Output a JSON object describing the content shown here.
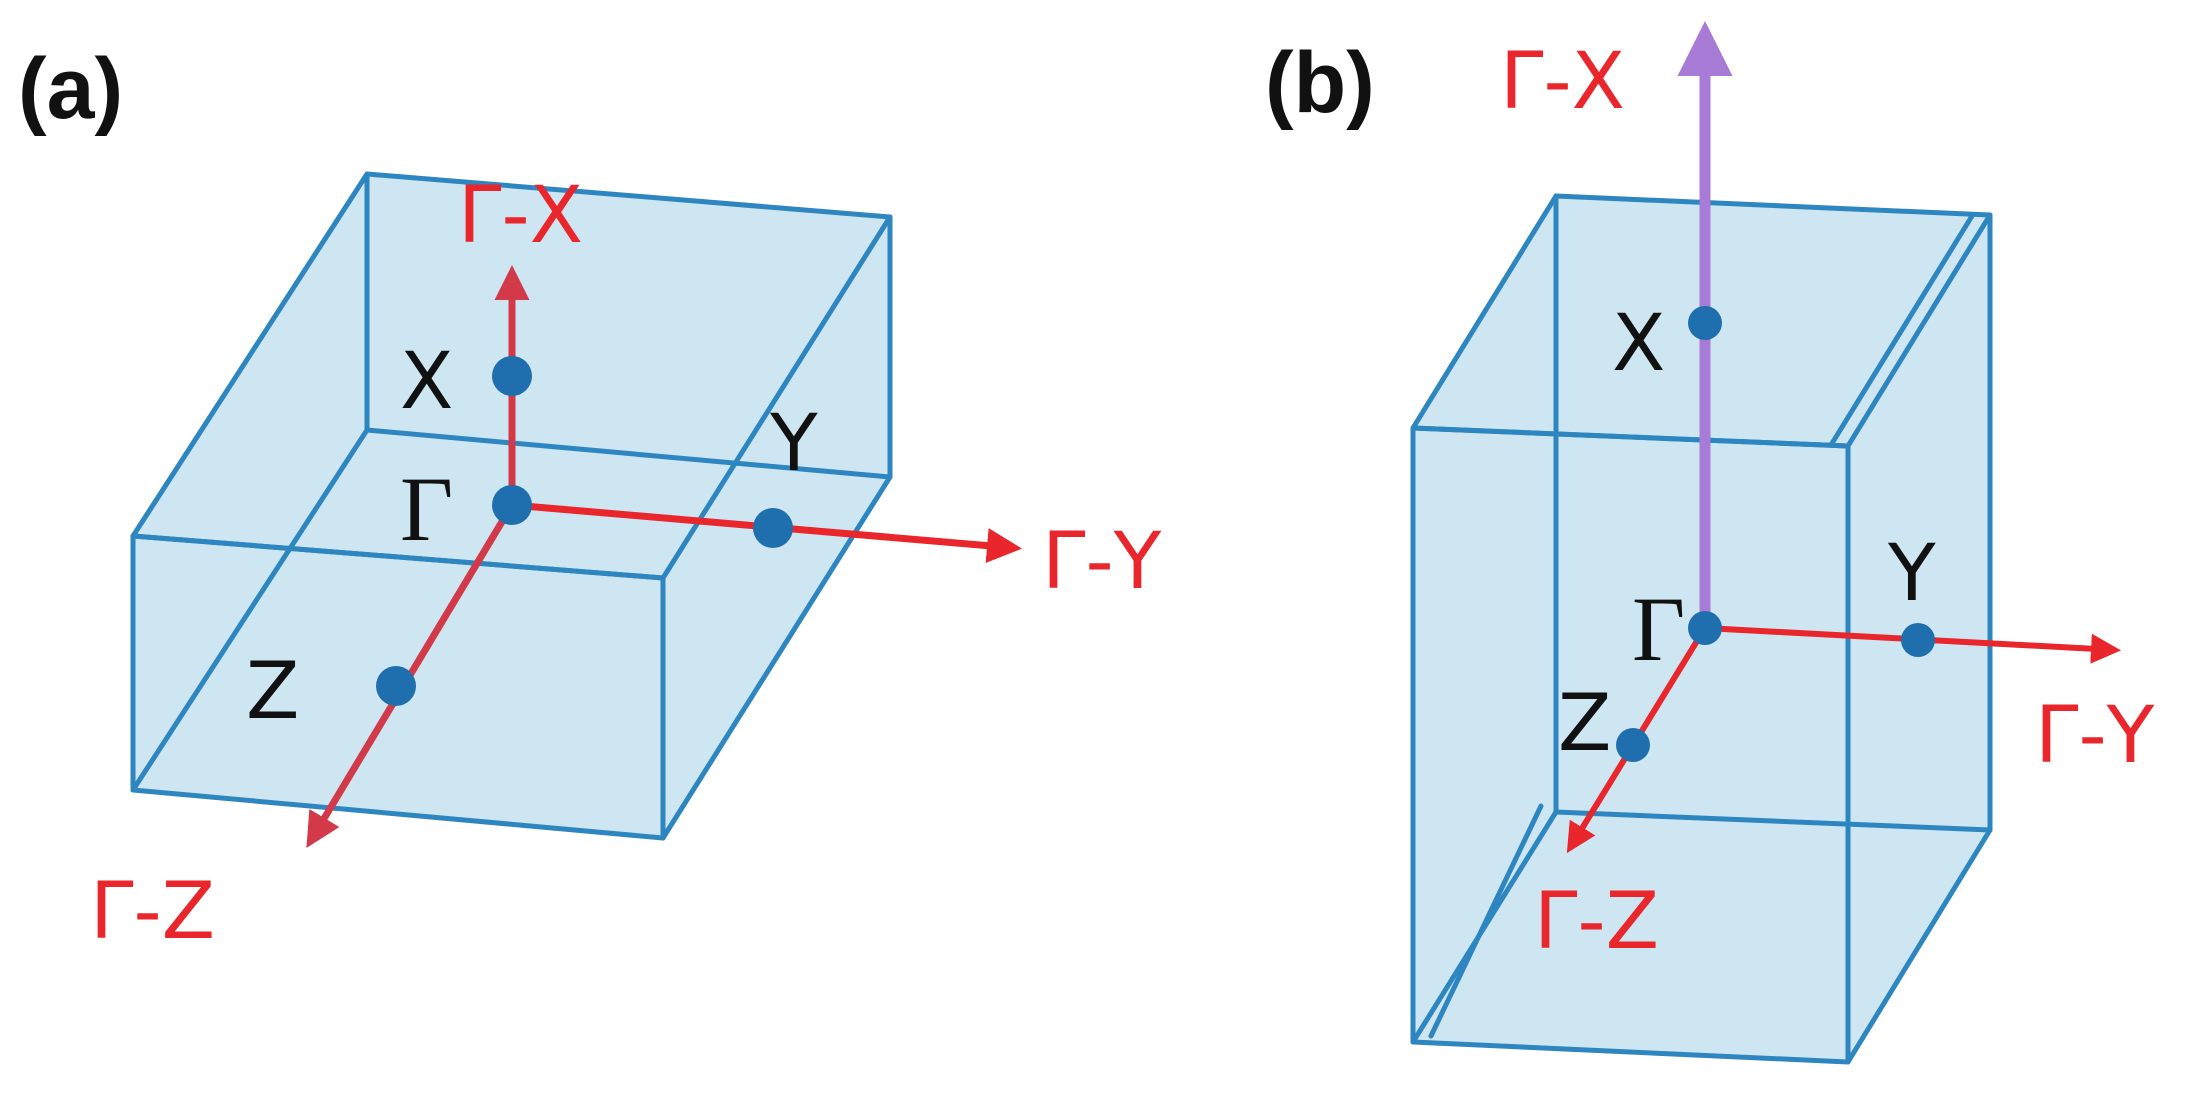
{
  "colors": {
    "box_fill": "#cde6f2",
    "box_edge": "#2e86c1",
    "point": "#1f6fae",
    "axis_arrow": "#e8262b",
    "axis_arrow_dark": "#d23a4a",
    "x_arrow_b": "#a77bd6",
    "text": "#111111"
  },
  "panel_a": {
    "label": "(a)",
    "gamma": "Γ",
    "points": {
      "x": "X",
      "y": "Y",
      "z": "Z"
    },
    "axes": {
      "x": "Γ-X",
      "y": "Γ-Y",
      "z": "Γ-Z"
    }
  },
  "panel_b": {
    "label": "(b)",
    "gamma": "Γ",
    "points": {
      "x": "X",
      "y": "Y",
      "z": "Z"
    },
    "axes": {
      "x": "Γ-X",
      "y": "Γ-Y",
      "z": "Γ-Z"
    }
  }
}
